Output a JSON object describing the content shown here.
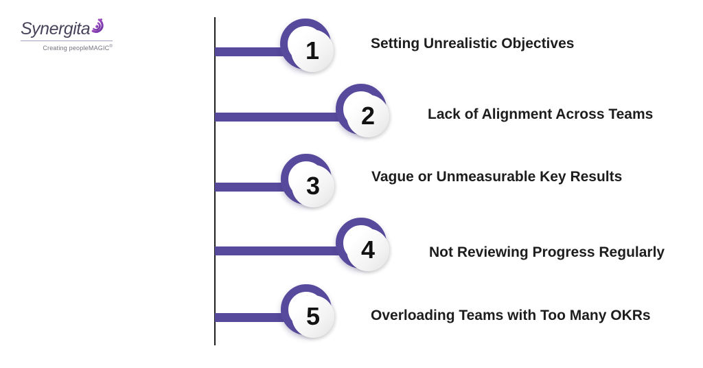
{
  "brand": {
    "name": "Synergita",
    "tagline": "Creating peopleMAGIC",
    "registered_mark": "®",
    "icon": "peacock-swirl-icon",
    "colors": {
      "logo_text": "#49435a",
      "swirl_light": "#b95fd6",
      "swirl_dark": "#6b2f9e"
    }
  },
  "diagram": {
    "accent_color": "#574a9d",
    "spine_color": "#1e1e1e",
    "steps": [
      {
        "number": "1",
        "label": "Setting Unrealistic Objectives"
      },
      {
        "number": "2",
        "label": "Lack of Alignment Across Teams"
      },
      {
        "number": "3",
        "label": "Vague or Unmeasurable Key Results"
      },
      {
        "number": "4",
        "label": "Not Reviewing Progress Regularly"
      },
      {
        "number": "5",
        "label": "Overloading Teams with Too Many OKRs"
      }
    ]
  }
}
